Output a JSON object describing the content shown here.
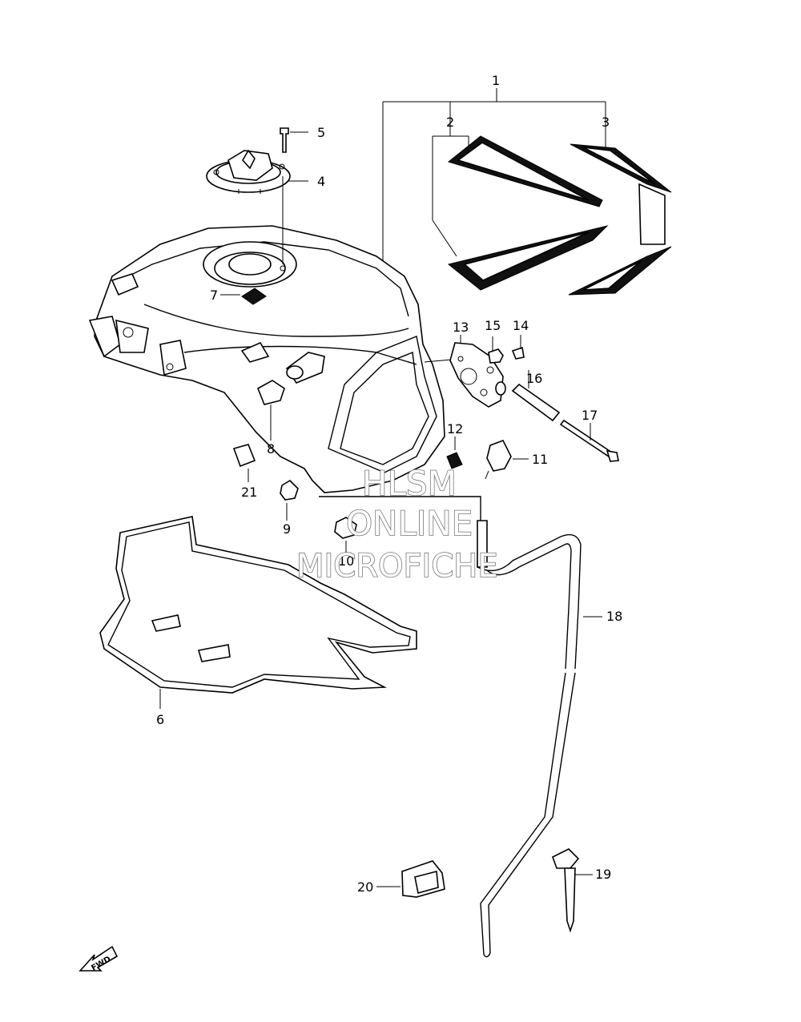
{
  "parts": [
    {
      "id": "1",
      "label": "1",
      "name": "tape-set"
    },
    {
      "id": "2",
      "label": "2",
      "name": "tape-left"
    },
    {
      "id": "3",
      "label": "3",
      "name": "tape-front"
    },
    {
      "id": "4",
      "label": "4",
      "name": "fuel-cap"
    },
    {
      "id": "5",
      "label": "5",
      "name": "cap-bolt"
    },
    {
      "id": "6",
      "label": "6",
      "name": "tank-cushion"
    },
    {
      "id": "7",
      "label": "7",
      "name": "cap-cushion"
    },
    {
      "id": "8",
      "label": "8",
      "name": "side-cushion"
    },
    {
      "id": "9",
      "label": "9",
      "name": "clip"
    },
    {
      "id": "10",
      "label": "10",
      "name": "grommet"
    },
    {
      "id": "11",
      "label": "11",
      "name": "rear-cushion"
    },
    {
      "id": "12",
      "label": "12",
      "name": "pad"
    },
    {
      "id": "13",
      "label": "13",
      "name": "mounting-bracket"
    },
    {
      "id": "14",
      "label": "14",
      "name": "screw"
    },
    {
      "id": "15",
      "label": "15",
      "name": "nut"
    },
    {
      "id": "16",
      "label": "16",
      "name": "spacer-collar"
    },
    {
      "id": "17",
      "label": "17",
      "name": "mounting-bolt"
    },
    {
      "id": "18",
      "label": "18",
      "name": "breather-hose"
    },
    {
      "id": "19",
      "label": "19",
      "name": "cable-tie"
    },
    {
      "id": "20",
      "label": "20",
      "name": "hose-clamp"
    },
    {
      "id": "21",
      "label": "21",
      "name": "pad-small"
    }
  ],
  "watermark": {
    "line1": "HLSM",
    "line2": "ONLINE",
    "line3": "MICROFICHE"
  },
  "fwd_label": "FWD",
  "colors": {
    "line": "#000000",
    "background": "#ffffff",
    "watermark_outline": "#777777"
  }
}
